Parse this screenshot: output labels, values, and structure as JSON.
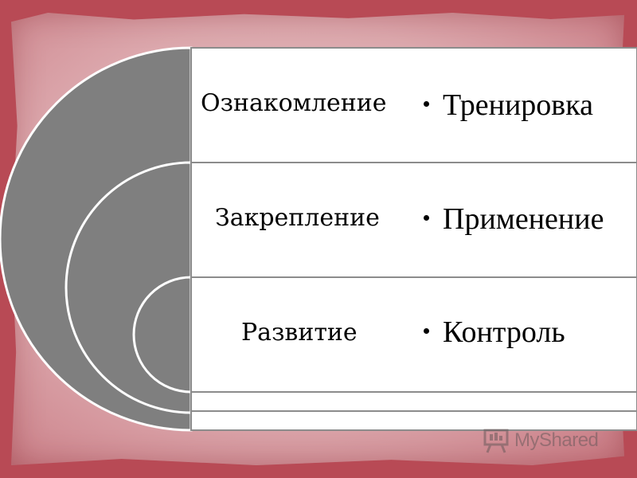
{
  "left_items": [
    {
      "label": "Ознакомление"
    },
    {
      "label": "Закрепление"
    },
    {
      "label": "Развитие"
    }
  ],
  "right_items": [
    {
      "label": "Тренировка"
    },
    {
      "label": "Применение"
    },
    {
      "label": "Контроль"
    }
  ],
  "watermark": {
    "text": "MyShared"
  },
  "colors": {
    "background": "#b84a55",
    "arc_fill": "#7f7f7f",
    "row_fill": "#ffffff",
    "row_border": "#8c8c8c"
  }
}
